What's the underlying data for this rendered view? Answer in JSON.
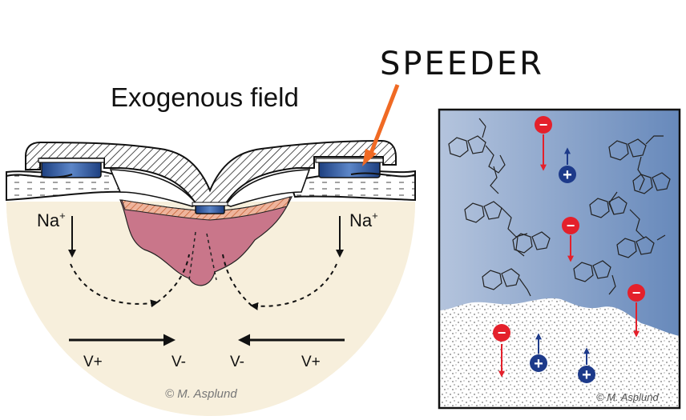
{
  "labels": {
    "speeder": "SPEEDER",
    "exogenous_field": "Exogenous field",
    "na_left": "Na",
    "na_right": "Na",
    "na_superscript": "+",
    "v_plus_left": "V+",
    "v_minus_left": "V-",
    "v_minus_right": "V-",
    "v_plus_right": "V+",
    "copyright_left": "© M. Asplund",
    "copyright_right": "© M. Asplund"
  },
  "ions": {
    "negative_symbol": "−",
    "positive_symbol": "+"
  },
  "colors": {
    "tissue": "#f7efdc",
    "electrode": "#3d63a8",
    "wound": "#c9768a",
    "highlight_arrow": "#f06a24",
    "negative_ion": "#e4202b",
    "positive_ion": "#1d3a8a",
    "polymer_bg": "#8fa8cf"
  }
}
